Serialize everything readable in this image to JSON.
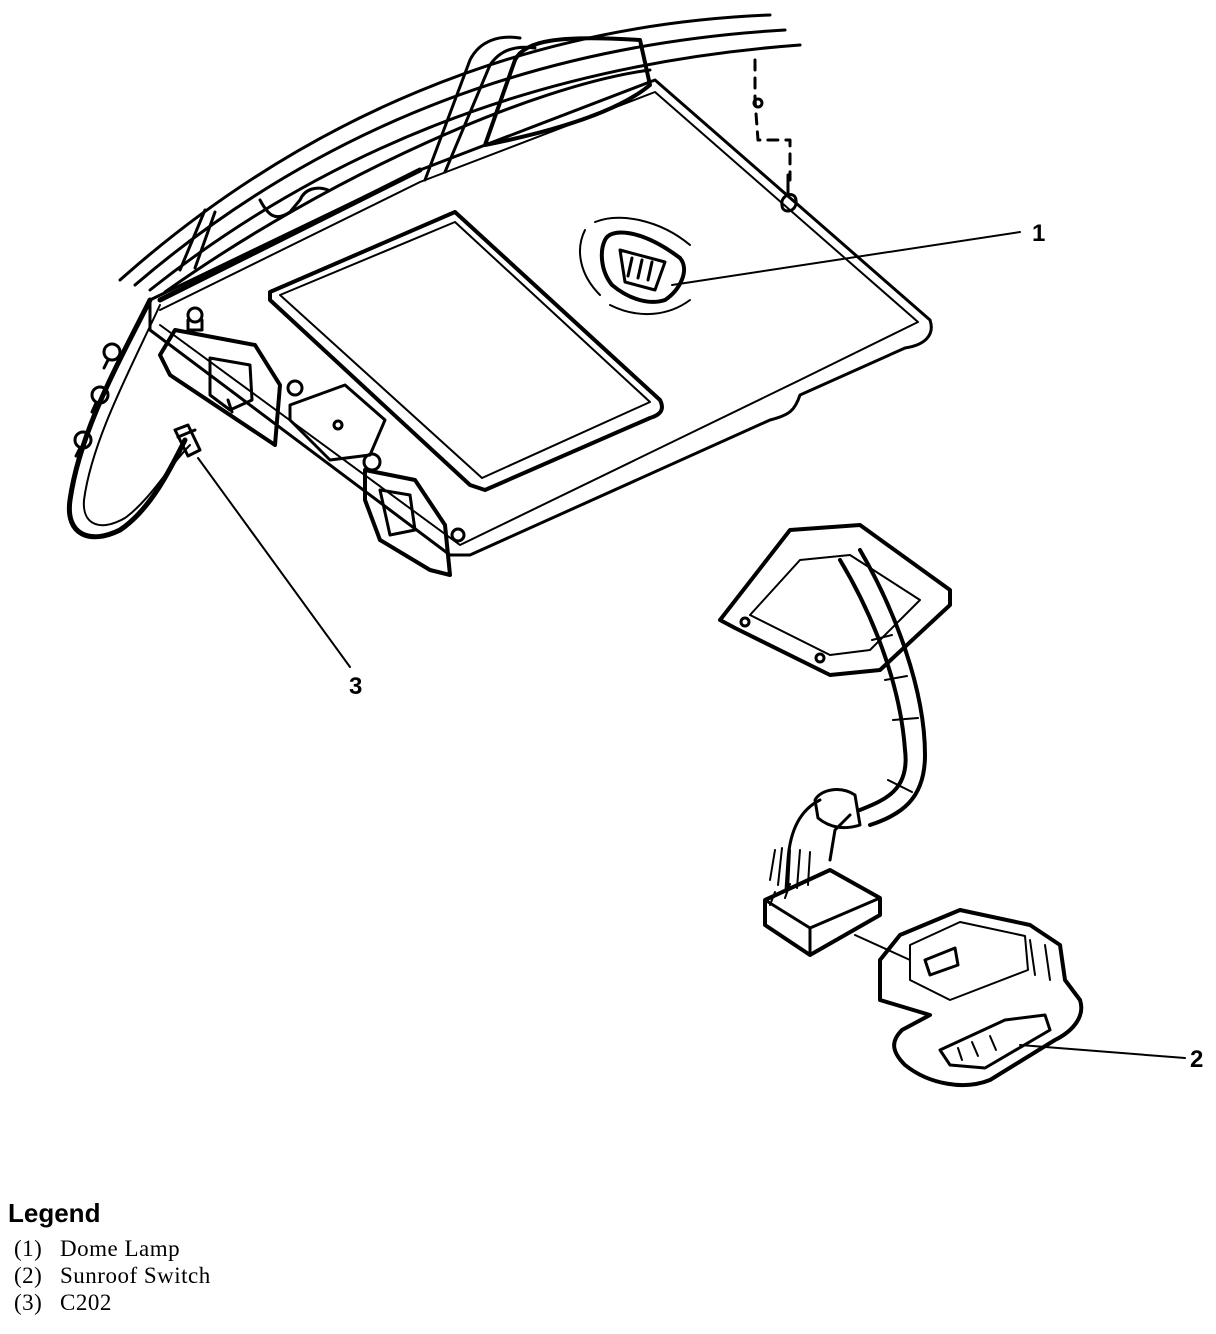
{
  "callouts": {
    "c1": "1",
    "c2": "2",
    "c3": "3"
  },
  "legend": {
    "title": "Legend",
    "items": [
      {
        "num": "(1)",
        "label": "Dome Lamp"
      },
      {
        "num": "(2)",
        "label": "Sunroof Switch"
      },
      {
        "num": "(3)",
        "label": "C202"
      }
    ]
  }
}
